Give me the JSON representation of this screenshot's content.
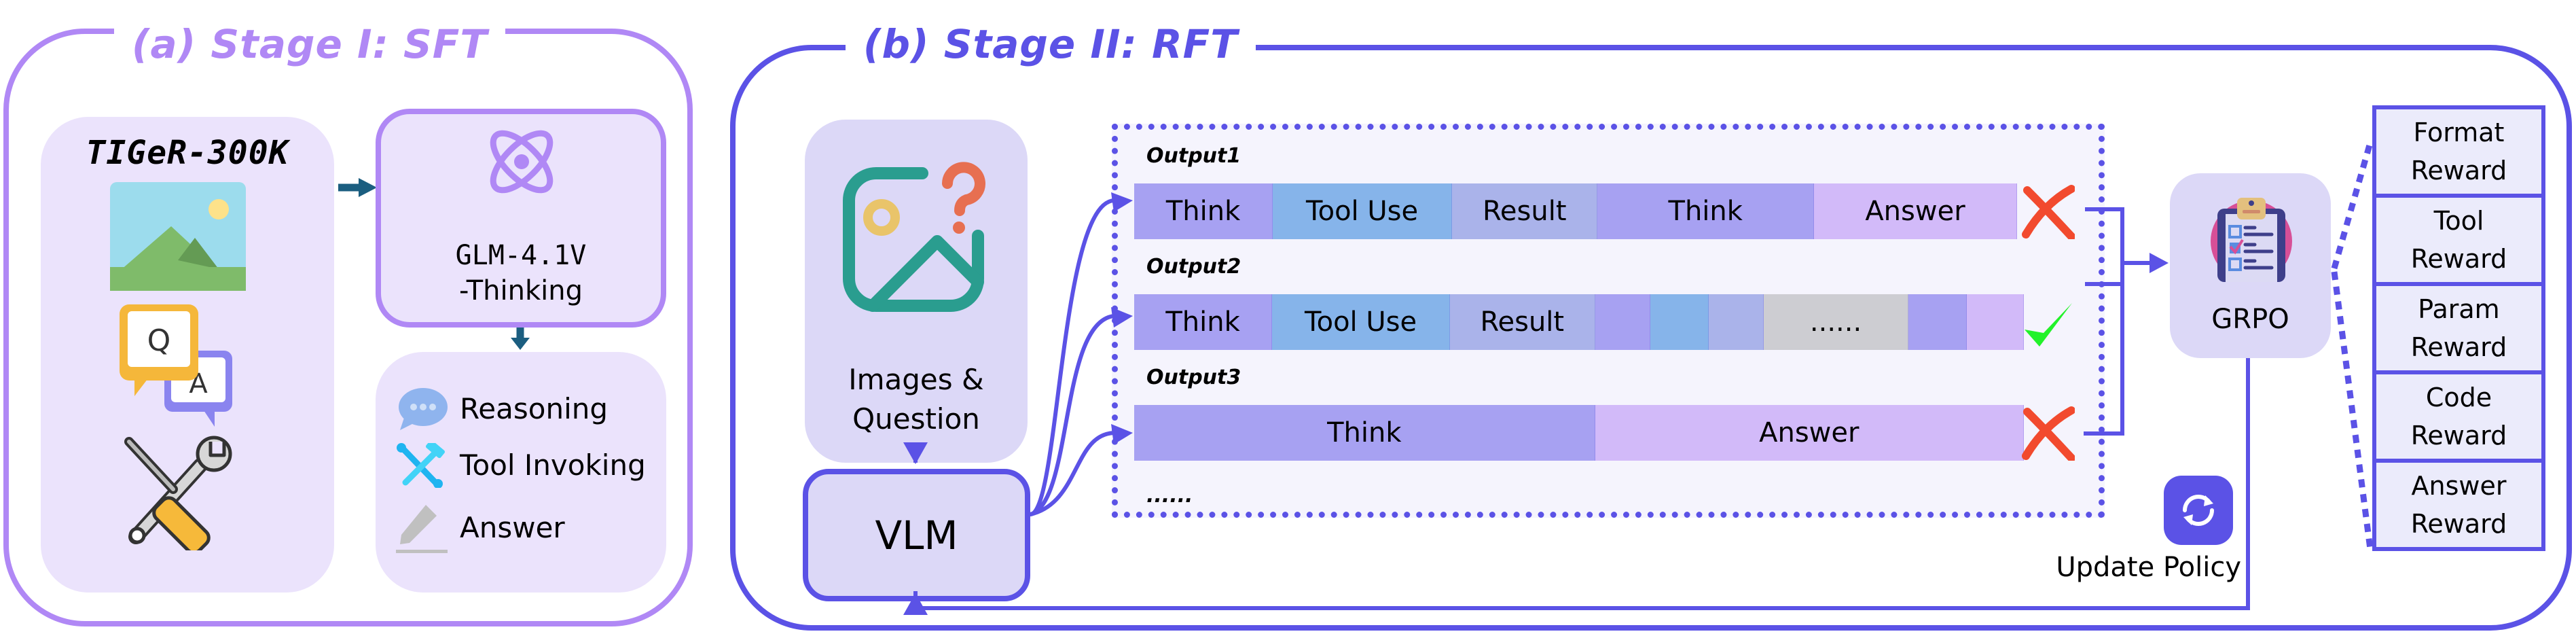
{
  "stage1": {
    "title": "(a) Stage I: SFT",
    "dataset": {
      "label": "TIGeR-300K",
      "icons": [
        "landscape-image-icon",
        "question-answer-icon",
        "tools-icon"
      ],
      "qa_letters": {
        "q": "Q",
        "a": "A"
      }
    },
    "model": {
      "line1": "GLM-4.1V",
      "line2": "-Thinking",
      "icon": "atom-icon"
    },
    "capabilities": [
      {
        "icon": "chat-bubble-icon",
        "label": "Reasoning"
      },
      {
        "icon": "hammer-wrench-icon",
        "label": "Tool Invoking"
      },
      {
        "icon": "pencil-icon",
        "label": "Answer"
      }
    ]
  },
  "stage2": {
    "title": "(b) Stage II: RFT",
    "input": {
      "line1": "Images &",
      "line2": "Question",
      "icon": "image-question-icon"
    },
    "policy_model": "VLM",
    "outputs": [
      {
        "label": "Output1",
        "result": "wrong",
        "segments": [
          {
            "type": "think",
            "text": "Think",
            "share": 0.157
          },
          {
            "type": "tool",
            "text": "Tool Use",
            "share": 0.203
          },
          {
            "type": "result",
            "text": "Result",
            "share": 0.165
          },
          {
            "type": "think",
            "text": "Think",
            "share": 0.245
          },
          {
            "type": "answer",
            "text": "Answer",
            "share": 0.23
          }
        ]
      },
      {
        "label": "Output2",
        "result": "correct",
        "segments": [
          {
            "type": "think",
            "text": "Think",
            "share": 0.155
          },
          {
            "type": "tool",
            "text": "Tool Use",
            "share": 0.2
          },
          {
            "type": "result",
            "text": "Result",
            "share": 0.163
          },
          {
            "type": "think",
            "text": "",
            "share": 0.062
          },
          {
            "type": "tool",
            "text": "",
            "share": 0.066
          },
          {
            "type": "result",
            "text": "",
            "share": 0.062
          },
          {
            "type": "gray",
            "text": "......",
            "share": 0.162
          },
          {
            "type": "think",
            "text": "",
            "share": 0.066
          },
          {
            "type": "answer",
            "text": "",
            "share": 0.064
          }
        ]
      },
      {
        "label": "Output3",
        "result": "wrong",
        "segments": [
          {
            "type": "think",
            "text": "Think",
            "share": 0.518
          },
          {
            "type": "answer",
            "text": "Answer",
            "share": 0.482
          }
        ]
      }
    ],
    "more_outputs": "......",
    "optimizer": {
      "label": "GRPO",
      "icon": "clipboard-checklist-icon"
    },
    "rewards": [
      {
        "line1": "Format",
        "line2": "Reward"
      },
      {
        "line1": "Tool",
        "line2": "Reward"
      },
      {
        "line1": "Param",
        "line2": "Reward"
      },
      {
        "line1": "Code",
        "line2": "Reward"
      },
      {
        "line1": "Answer",
        "line2": "Reward"
      }
    ],
    "update": {
      "label": "Update Policy",
      "icon": "refresh-icon"
    }
  },
  "colors": {
    "stage1_accent": "#b088f5",
    "stage2_accent": "#5b52e6",
    "sft_arrow": "#1b5e80",
    "think": "#a7a1f2",
    "tool": "#86b4ea",
    "result": "#aab3ea",
    "answer": "#d2baf9",
    "gray": "#cdcdd2",
    "wrong": "#f24a2e",
    "correct": "#22f22a"
  }
}
